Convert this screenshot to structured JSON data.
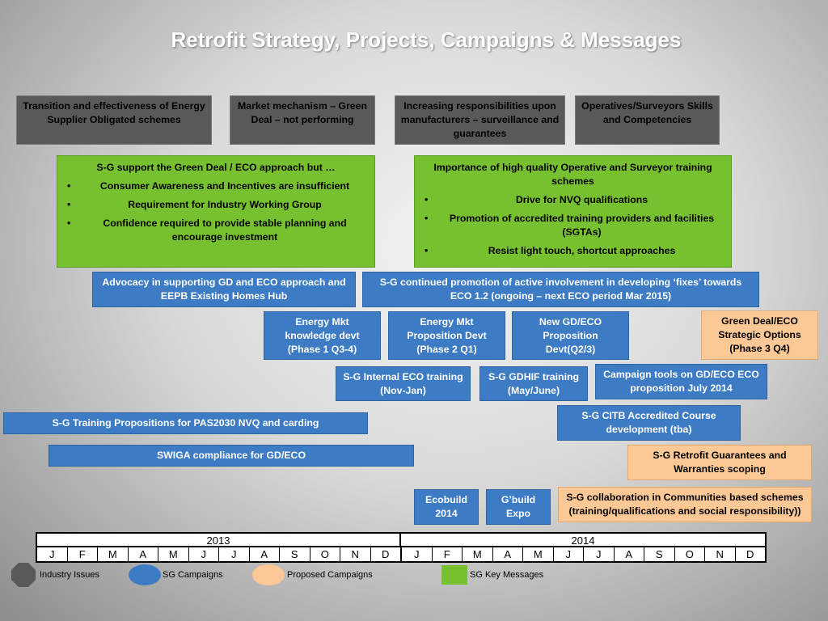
{
  "title": "Retrofit Strategy, Projects, Campaigns & Messages",
  "industry_issues": [
    "Transition and effectiveness of Energy Supplier Obligated schemes",
    "Market mechanism – Green Deal – not performing",
    "Increasing responsibilities upon manufacturers – surveillance and guarantees",
    "Operatives/Surveyors Skills and Competencies"
  ],
  "key_messages": [
    {
      "heading": "S-G support the Green Deal / ECO approach but …",
      "bullets": [
        "Consumer Awareness and Incentives are insufficient",
        "Requirement for Industry Working Group",
        "Confidence required to provide stable planning and encourage investment"
      ]
    },
    {
      "heading": "Importance of high quality Operative and Surveyor training schemes",
      "bullets": [
        "Drive for NVQ qualifications",
        "Promotion of accredited training providers and facilities (SGTAs)",
        "Resist light touch, shortcut approaches"
      ]
    }
  ],
  "bullet_char": "•",
  "campaigns": {
    "advocacy": "Advocacy in supporting GD and ECO approach and EEPB Existing Homes Hub",
    "fixes": "S-G continued promotion of active involvement in developing ‘fixes’ towards ECO 1.2 (ongoing – next ECO period Mar 2015)",
    "energy_mkt_knowledge": "Energy Mkt knowledge devt (Phase 1 Q3-4)",
    "energy_mkt_proposition": "Energy Mkt Proposition Devt (Phase 2 Q1)",
    "new_gd_eco": "New GD/ECO Proposition Devt(Q2/3)",
    "internal_eco": "S-G Internal ECO training (Nov-Jan)",
    "gdhif": "S-G GDHIF training (May/June)",
    "campaign_tools": "Campaign tools on GD/ECO ECO proposition July 2014",
    "training_propositions": "S-G Training Propositions for PAS2030 NVQ and carding",
    "citb": "S-G CITB Accredited Course development (tba)",
    "swiga": "SWIGA compliance for GD/ECO",
    "ecobuild": "Ecobuild 2014",
    "gbuild": "G’build Expo"
  },
  "proposed": {
    "strategic_options": "Green Deal/ECO Strategic Options (Phase 3 Q4)",
    "guarantees": "S-G Retrofit Guarantees and Warranties scoping",
    "communities": "S-G collaboration in Communities based schemes (training/qualifications and social responsibility))"
  },
  "timeline": {
    "years": [
      "2013",
      "2014"
    ],
    "months": [
      "J",
      "F",
      "M",
      "A",
      "M",
      "J",
      "J",
      "A",
      "S",
      "O",
      "N",
      "D",
      "J",
      "F",
      "M",
      "A",
      "M",
      "J",
      "J",
      "A",
      "S",
      "O",
      "N",
      "D"
    ]
  },
  "legend": [
    {
      "symbol": "octagon-icon",
      "label": "Industry Issues",
      "color": "#595959"
    },
    {
      "symbol": "ellipse-icon",
      "label": "SG Campaigns",
      "color": "#3d7cc5"
    },
    {
      "symbol": "ellipse-icon",
      "label": "Proposed Campaigns",
      "color": "#fbc896"
    },
    {
      "symbol": "square-icon",
      "label": "SG Key Messages",
      "color": "#77c131"
    }
  ]
}
